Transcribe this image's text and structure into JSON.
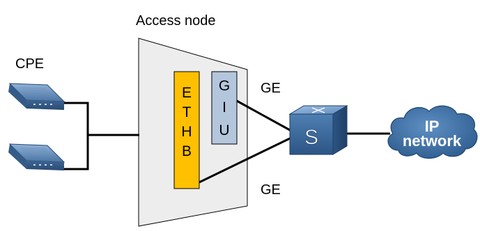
{
  "title": "Access node",
  "cpe_label": "CPE",
  "boards": {
    "ethb": {
      "letters": [
        "E",
        "T",
        "H",
        "B"
      ],
      "color": "#ffc000"
    },
    "giu": {
      "letters": [
        "G",
        "I",
        "U"
      ],
      "color": "#b4c6dc"
    }
  },
  "links": {
    "upper": "GE",
    "lower": "GE"
  },
  "switch": {
    "letter": "S",
    "icon": "switch-icon"
  },
  "cloud": {
    "line1": "IP",
    "line2": "network",
    "icon": "cloud-icon"
  },
  "devices": [
    {
      "name": "cpe-modem-top",
      "icon": "modem-icon"
    },
    {
      "name": "cpe-modem-bottom",
      "icon": "modem-icon"
    }
  ],
  "colors": {
    "line": "#000000",
    "node_fill": "#ededed",
    "device_blue": "#3f6795",
    "cloud_blue": "#2f5f8f"
  }
}
